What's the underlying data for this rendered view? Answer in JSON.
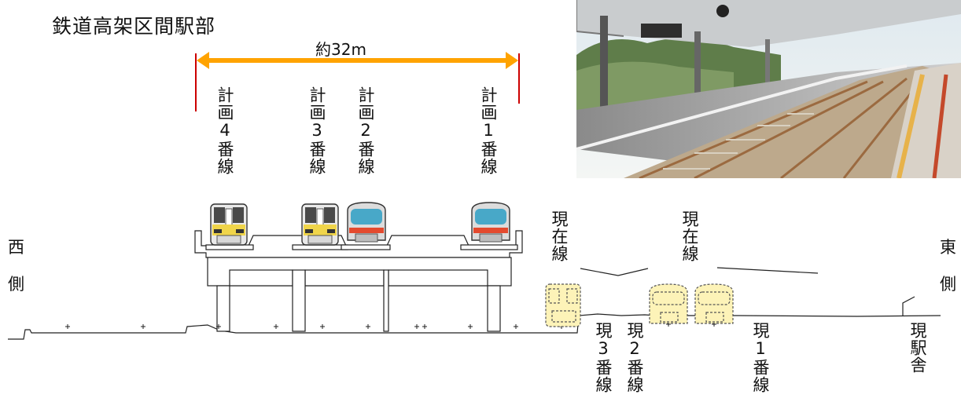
{
  "title": "鉄道高架区間駅部",
  "dimension": {
    "label": "約32m"
  },
  "planned_tracks": [
    {
      "label": "計画4番線"
    },
    {
      "label": "計画3番線"
    },
    {
      "label": "計画2番線"
    },
    {
      "label": "計画1番線"
    }
  ],
  "existing_tracks": [
    {
      "label": "現3番線"
    },
    {
      "label": "現2番線"
    },
    {
      "label": "現1番線"
    }
  ],
  "existing_line_labels": [
    "現在線",
    "現在線"
  ],
  "station_building": "現駅舎",
  "west_side": [
    "西",
    "側"
  ],
  "east_side": [
    "東",
    "側"
  ],
  "colors": {
    "arrow": "#ffa300",
    "dimension_lines": "#cc0000",
    "ghost_train_fill": "#fdf3b8",
    "train_red_stripe": "#e44a2e",
    "train_teal_window": "#48a8c8",
    "train_yellow_front": "#f0d54a"
  },
  "photo": {
    "subject": "elevated-station-platform-photo"
  }
}
